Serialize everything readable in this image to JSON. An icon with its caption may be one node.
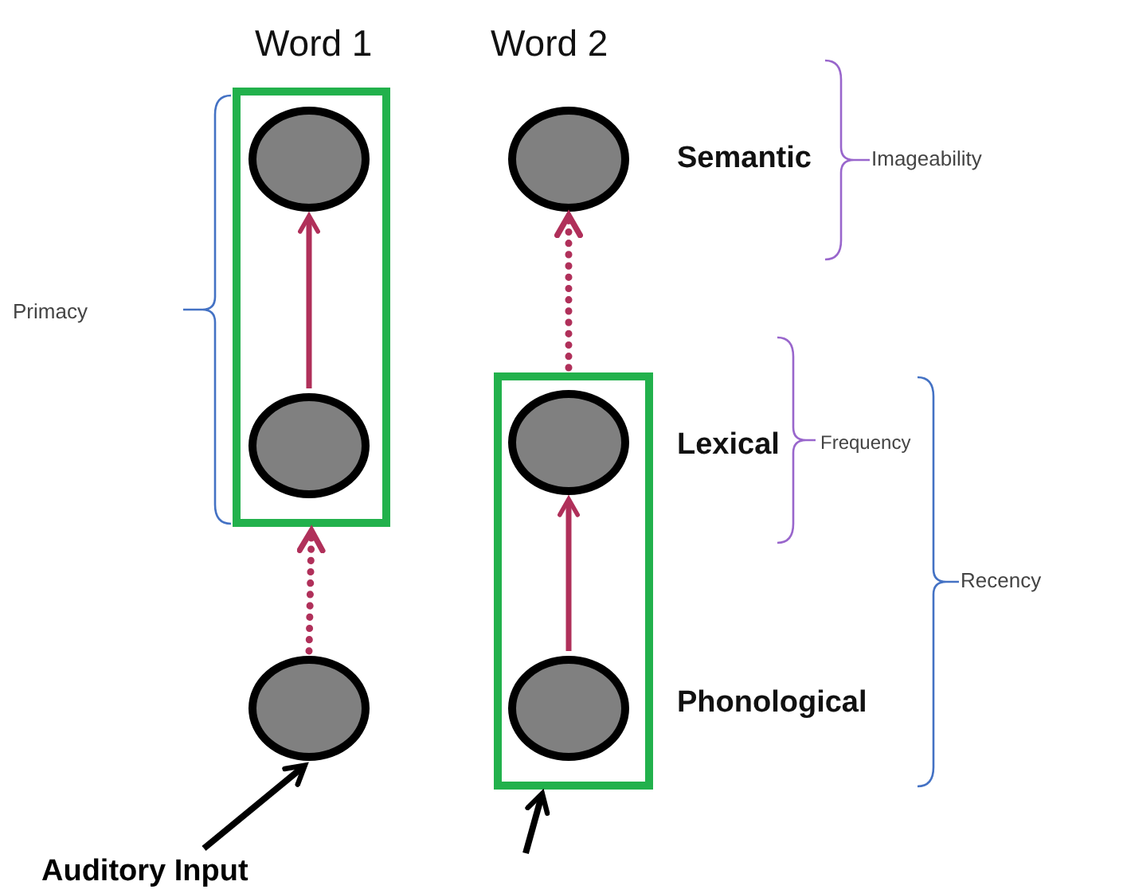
{
  "diagram": {
    "nodes": [
      {
        "text": [],
        "shape": "box",
        "beside": [
          "Word 1"
        ]
      },
      {
        "text": [],
        "shape": "circle",
        "in": 0
      },
      {
        "text": [],
        "shape": "circle",
        "in": 0
      },
      {
        "text": [],
        "shape": "circle"
      },
      {
        "text": [],
        "shape": "circle",
        "beside": [
          "Word 2",
          "Semantic"
        ]
      },
      {
        "text": [],
        "shape": "box"
      },
      {
        "text": [],
        "shape": "circle",
        "in": 5,
        "beside": [
          "Lexical"
        ]
      },
      {
        "text": [],
        "shape": "circle",
        "in": 5,
        "beside": [
          "Phonological"
        ]
      },
      {
        "text": [
          "Auditory Input"
        ]
      }
    ],
    "edges": [
      {
        "from": 2,
        "to": 1,
        "arrow": "to"
      },
      {
        "from": 3,
        "to": 0,
        "arrow": "to",
        "style": "dashed"
      },
      {
        "from": 5,
        "to": 4,
        "arrow": "to",
        "style": "dashed"
      },
      {
        "from": 7,
        "to": 6,
        "arrow": "to"
      },
      {
        "from": 8,
        "to": 3,
        "arrow": "to",
        "color": "#000000"
      },
      {
        "from": null,
        "to": 5,
        "arrow": "to",
        "color": "#000000"
      }
    ],
    "labels": [
      "Imageability",
      "Primacy",
      "Frequency",
      "Recency"
    ]
  }
}
